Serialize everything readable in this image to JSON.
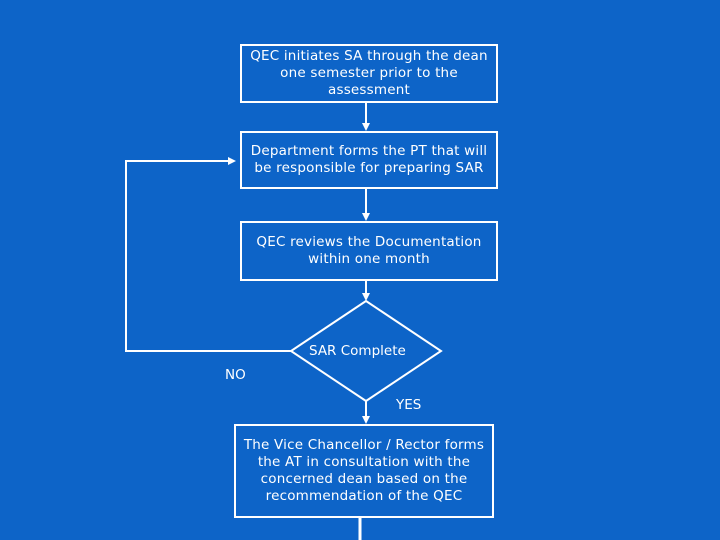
{
  "colors": {
    "background": "#0d64c8",
    "foreground": "#ffffff"
  },
  "steps": [
    {
      "id": "qec-initiates",
      "text": "QEC initiates SA through the dean one semester prior to the assessment"
    },
    {
      "id": "department-forms-pt",
      "text": "Department forms the PT that will be responsible for preparing SAR"
    },
    {
      "id": "qec-reviews",
      "text": "QEC reviews the Documentation within one month"
    },
    {
      "id": "vice-chancellor-forms-at",
      "text": "The Vice Chancellor / Rector forms the AT in consultation with the concerned dean based on the recommendation of the QEC"
    }
  ],
  "decision": {
    "text": "SAR Complete",
    "no_label": "NO",
    "yes_label": "YES"
  }
}
